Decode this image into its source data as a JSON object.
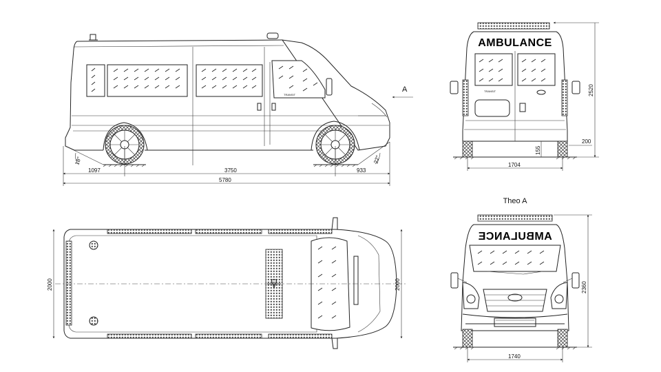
{
  "side_view": {
    "arrow_label": "A",
    "angle_front": "18°",
    "angle_rear": "22°",
    "dim_front_overhang": "1097",
    "dim_wheelbase": "3750",
    "dim_rear_overhang": "933",
    "dim_length": "5780",
    "badge": "TRANSIT"
  },
  "rear_view": {
    "sign": "AMBULANCE",
    "dim_height": "2520",
    "dim_ground": "155",
    "dim_step": "200",
    "dim_track": "1704",
    "badge": "TRANSIT"
  },
  "top_view": {
    "dim_width_left": "2000",
    "dim_width_right": "2000"
  },
  "front_view": {
    "title": "Theo A",
    "sign": "AMBULANCE",
    "dim_height": "2360",
    "dim_track": "1740"
  },
  "colors": {
    "line": "#222222",
    "background": "#ffffff"
  }
}
